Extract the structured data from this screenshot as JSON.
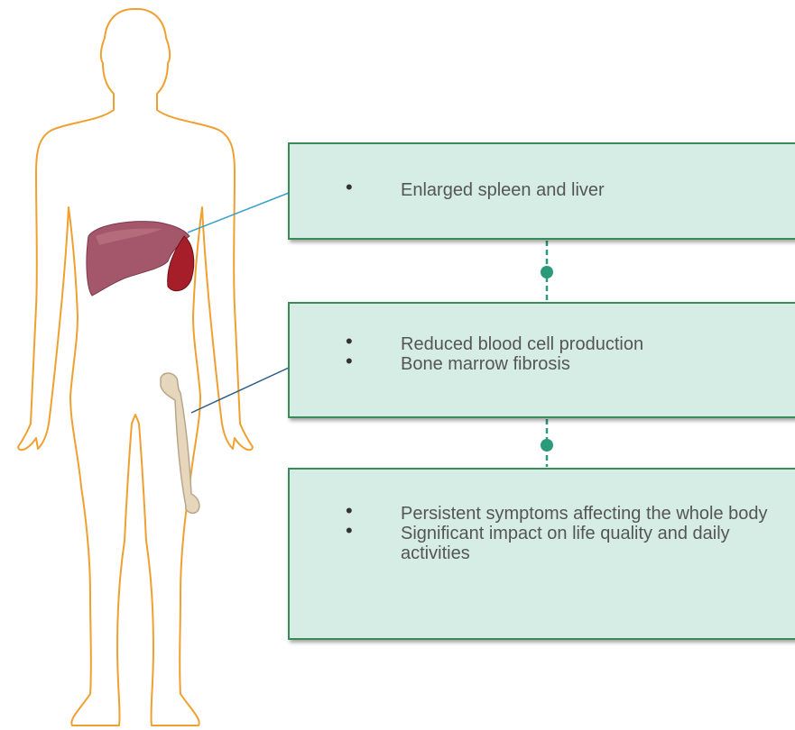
{
  "colors": {
    "outline": "#f0a030",
    "box_fill": "#d6ede6",
    "box_border": "#3a8a5a",
    "connector": "#2a9a7a",
    "pointer_line": "#3aa0c8",
    "liver": "#a4576a",
    "spleen": "#a51e2a",
    "bone": "#e6d6bc"
  },
  "icons": [
    "human-body-outline-icon",
    "liver-icon",
    "spleen-icon",
    "femur-bone-icon"
  ],
  "boxes": [
    {
      "items": [
        "Enlarged spleen and liver"
      ]
    },
    {
      "items": [
        "Reduced blood cell production",
        "Bone marrow fibrosis"
      ]
    },
    {
      "items": [
        "Persistent symptoms affecting the whole body",
        "Significant impact on life quality and daily activities"
      ]
    }
  ]
}
